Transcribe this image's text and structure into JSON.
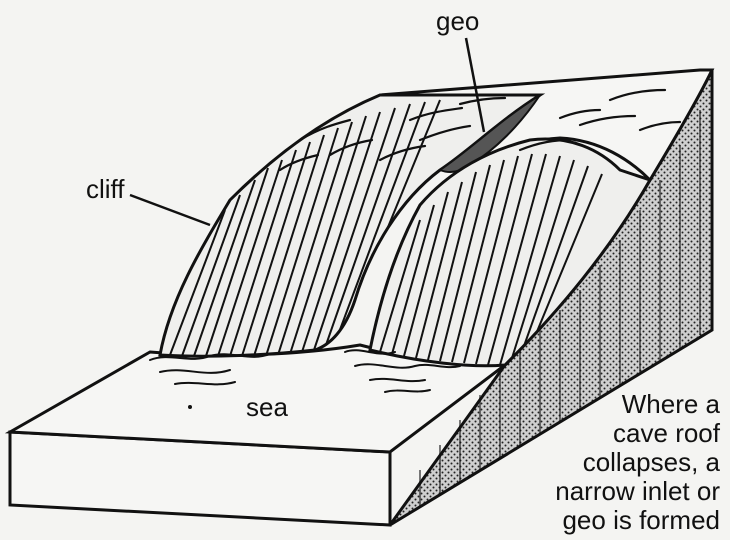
{
  "labels": {
    "geo": "geo",
    "cliff": "cliff",
    "sea": "sea"
  },
  "caption": {
    "lines": [
      "Where a",
      "cave roof",
      "collapses, a",
      "narrow inlet or",
      "geo is formed"
    ]
  },
  "colors": {
    "ink": "#111111",
    "paper": "#f4f4f2",
    "shaded_face": "#8a8a8a"
  }
}
